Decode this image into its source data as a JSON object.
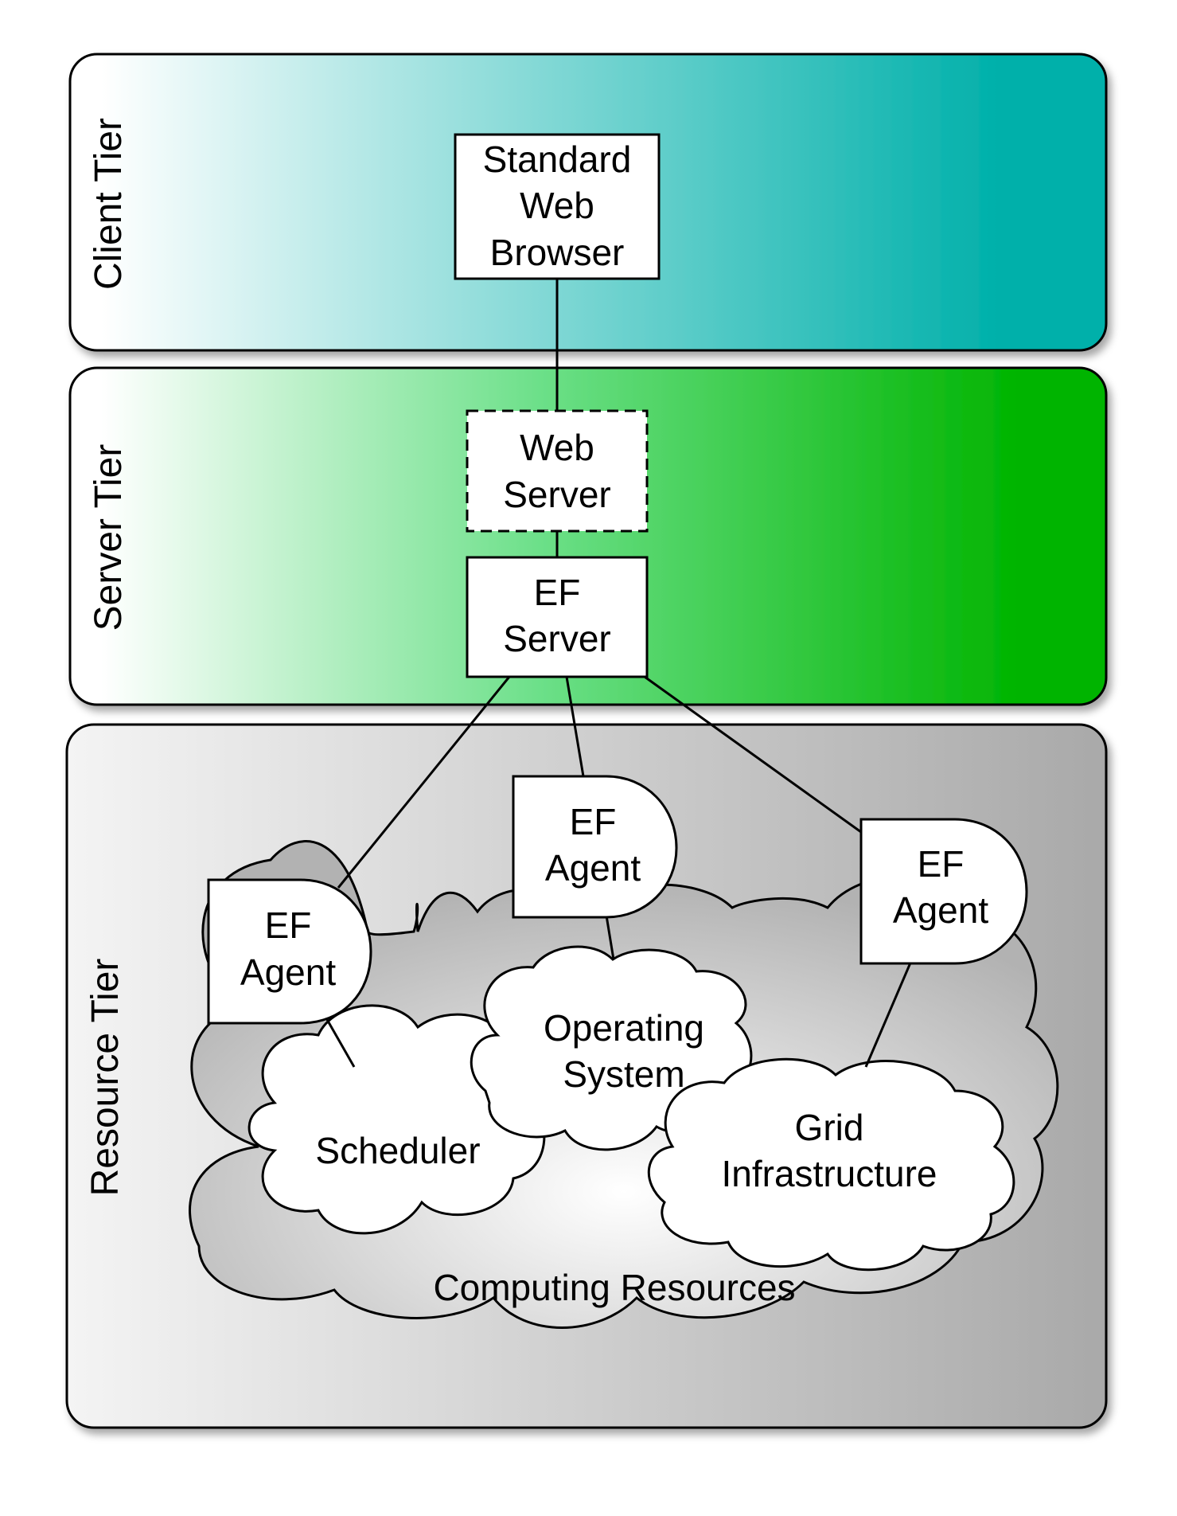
{
  "tiers": {
    "client": {
      "label": "Client Tier"
    },
    "server": {
      "label": "Server Tier"
    },
    "resource": {
      "label": "Resource Tier"
    }
  },
  "nodes": {
    "browser": {
      "lines": [
        "Standard",
        "Web",
        "Browser"
      ]
    },
    "web_server": {
      "lines": [
        "Web",
        "Server"
      ]
    },
    "ef_server": {
      "lines": [
        "EF",
        "Server"
      ]
    },
    "agent_left": {
      "lines": [
        "EF",
        "Agent"
      ]
    },
    "agent_mid": {
      "lines": [
        "EF",
        "Agent"
      ]
    },
    "agent_right": {
      "lines": [
        "EF",
        "Agent"
      ]
    }
  },
  "clouds": {
    "computing": {
      "label": "Computing Resources"
    },
    "scheduler": {
      "label": "Scheduler"
    },
    "os": {
      "lines": [
        "Operating",
        "System"
      ]
    },
    "grid": {
      "lines": [
        "Grid",
        "Infrastructure"
      ]
    }
  },
  "colors": {
    "client_gradient": [
      "#ffffff",
      "#00b0aa"
    ],
    "server_gradient": [
      "#ffffff",
      "#00b400"
    ],
    "resource_gradient": [
      "#f4f4f4",
      "#a9a9a9"
    ]
  }
}
